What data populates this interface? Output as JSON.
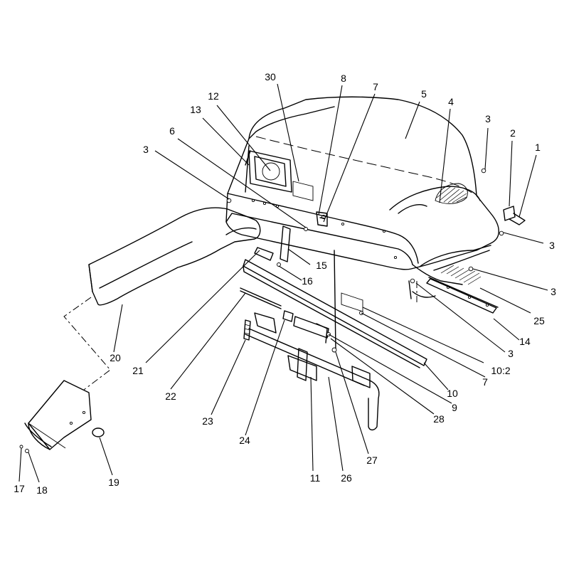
{
  "callouts": [
    {
      "id": "c30",
      "text": "30"
    },
    {
      "id": "c8",
      "text": "8"
    },
    {
      "id": "c7a",
      "text": "7"
    },
    {
      "id": "c12",
      "text": "12"
    },
    {
      "id": "c5",
      "text": "5"
    },
    {
      "id": "c4",
      "text": "4"
    },
    {
      "id": "c13",
      "text": "13"
    },
    {
      "id": "c3a",
      "text": "3"
    },
    {
      "id": "c6",
      "text": "6"
    },
    {
      "id": "c2",
      "text": "2"
    },
    {
      "id": "c1",
      "text": "1"
    },
    {
      "id": "c3b",
      "text": "3"
    },
    {
      "id": "c3c",
      "text": "3"
    },
    {
      "id": "c15",
      "text": "15"
    },
    {
      "id": "c16",
      "text": "16"
    },
    {
      "id": "c3d",
      "text": "3"
    },
    {
      "id": "c25",
      "text": "25"
    },
    {
      "id": "c14",
      "text": "14"
    },
    {
      "id": "c3e",
      "text": "3"
    },
    {
      "id": "c102",
      "text": "10:2"
    },
    {
      "id": "c20",
      "text": "20"
    },
    {
      "id": "c21",
      "text": "21"
    },
    {
      "id": "c7b",
      "text": "7"
    },
    {
      "id": "c10",
      "text": "10"
    },
    {
      "id": "c22",
      "text": "22"
    },
    {
      "id": "c9",
      "text": "9"
    },
    {
      "id": "c28",
      "text": "28"
    },
    {
      "id": "c23",
      "text": "23"
    },
    {
      "id": "c24",
      "text": "24"
    },
    {
      "id": "c27",
      "text": "27"
    },
    {
      "id": "c11",
      "text": "11"
    },
    {
      "id": "c26",
      "text": "26"
    },
    {
      "id": "c19",
      "text": "19"
    },
    {
      "id": "c17",
      "text": "17"
    },
    {
      "id": "c18",
      "text": "18"
    }
  ]
}
